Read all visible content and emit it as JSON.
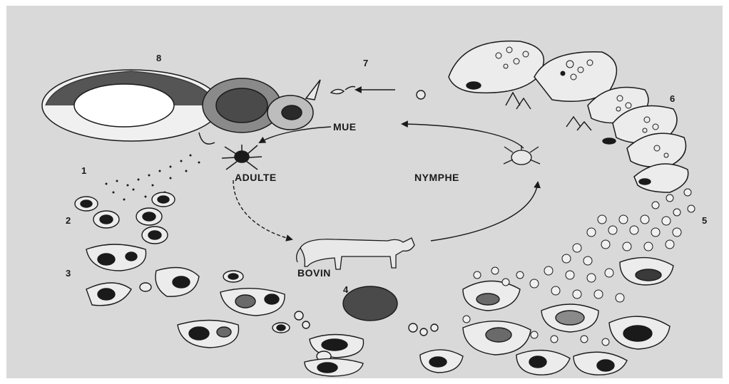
{
  "numbers": {
    "n1": "1",
    "n2": "2",
    "n3": "3",
    "n4": "4",
    "n5": "5",
    "n6": "6",
    "n7": "7",
    "n8": "8"
  },
  "stages": {
    "mue": "MUE",
    "adulte": "ADULTE",
    "nymphe": "NYMPHE",
    "bovin": "BOVIN"
  },
  "colors": {
    "background": "#d9d9d9",
    "ink": "#1a1a1a",
    "cell_fill": "#e8e8e8"
  }
}
